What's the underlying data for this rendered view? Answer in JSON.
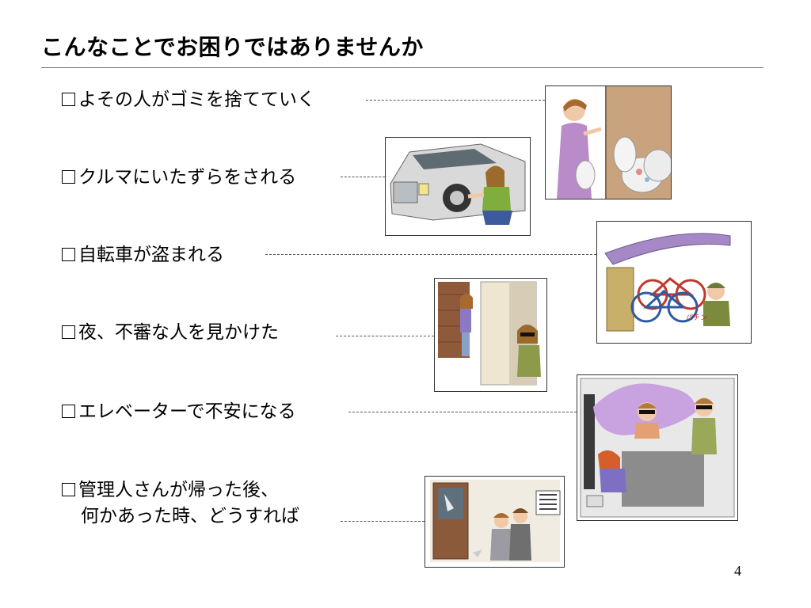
{
  "slide": {
    "title": "こんなことでお困りではありませんか",
    "page_number": "4"
  },
  "items": [
    {
      "text": "よその人がゴミを捨てていく",
      "picture": "woman-taking-out-garbage-illustration"
    },
    {
      "text": "クルマにいたずらをされる",
      "picture": "person-tampering-with-car-illustration"
    },
    {
      "text": "自転車が盗まれる",
      "picture": "bicycle-thief-illustration"
    },
    {
      "text": "夜、不審な人を見かけた",
      "picture": "suspicious-person-at-night-illustration"
    },
    {
      "text": "エレベーターで不安になる",
      "picture": "elevator-threat-illustration"
    },
    {
      "text_line1": "管理人さんが帰った後、",
      "text_line2": "何かあった時、どうすれば",
      "picture": "after-hours-incident-illustration"
    }
  ]
}
